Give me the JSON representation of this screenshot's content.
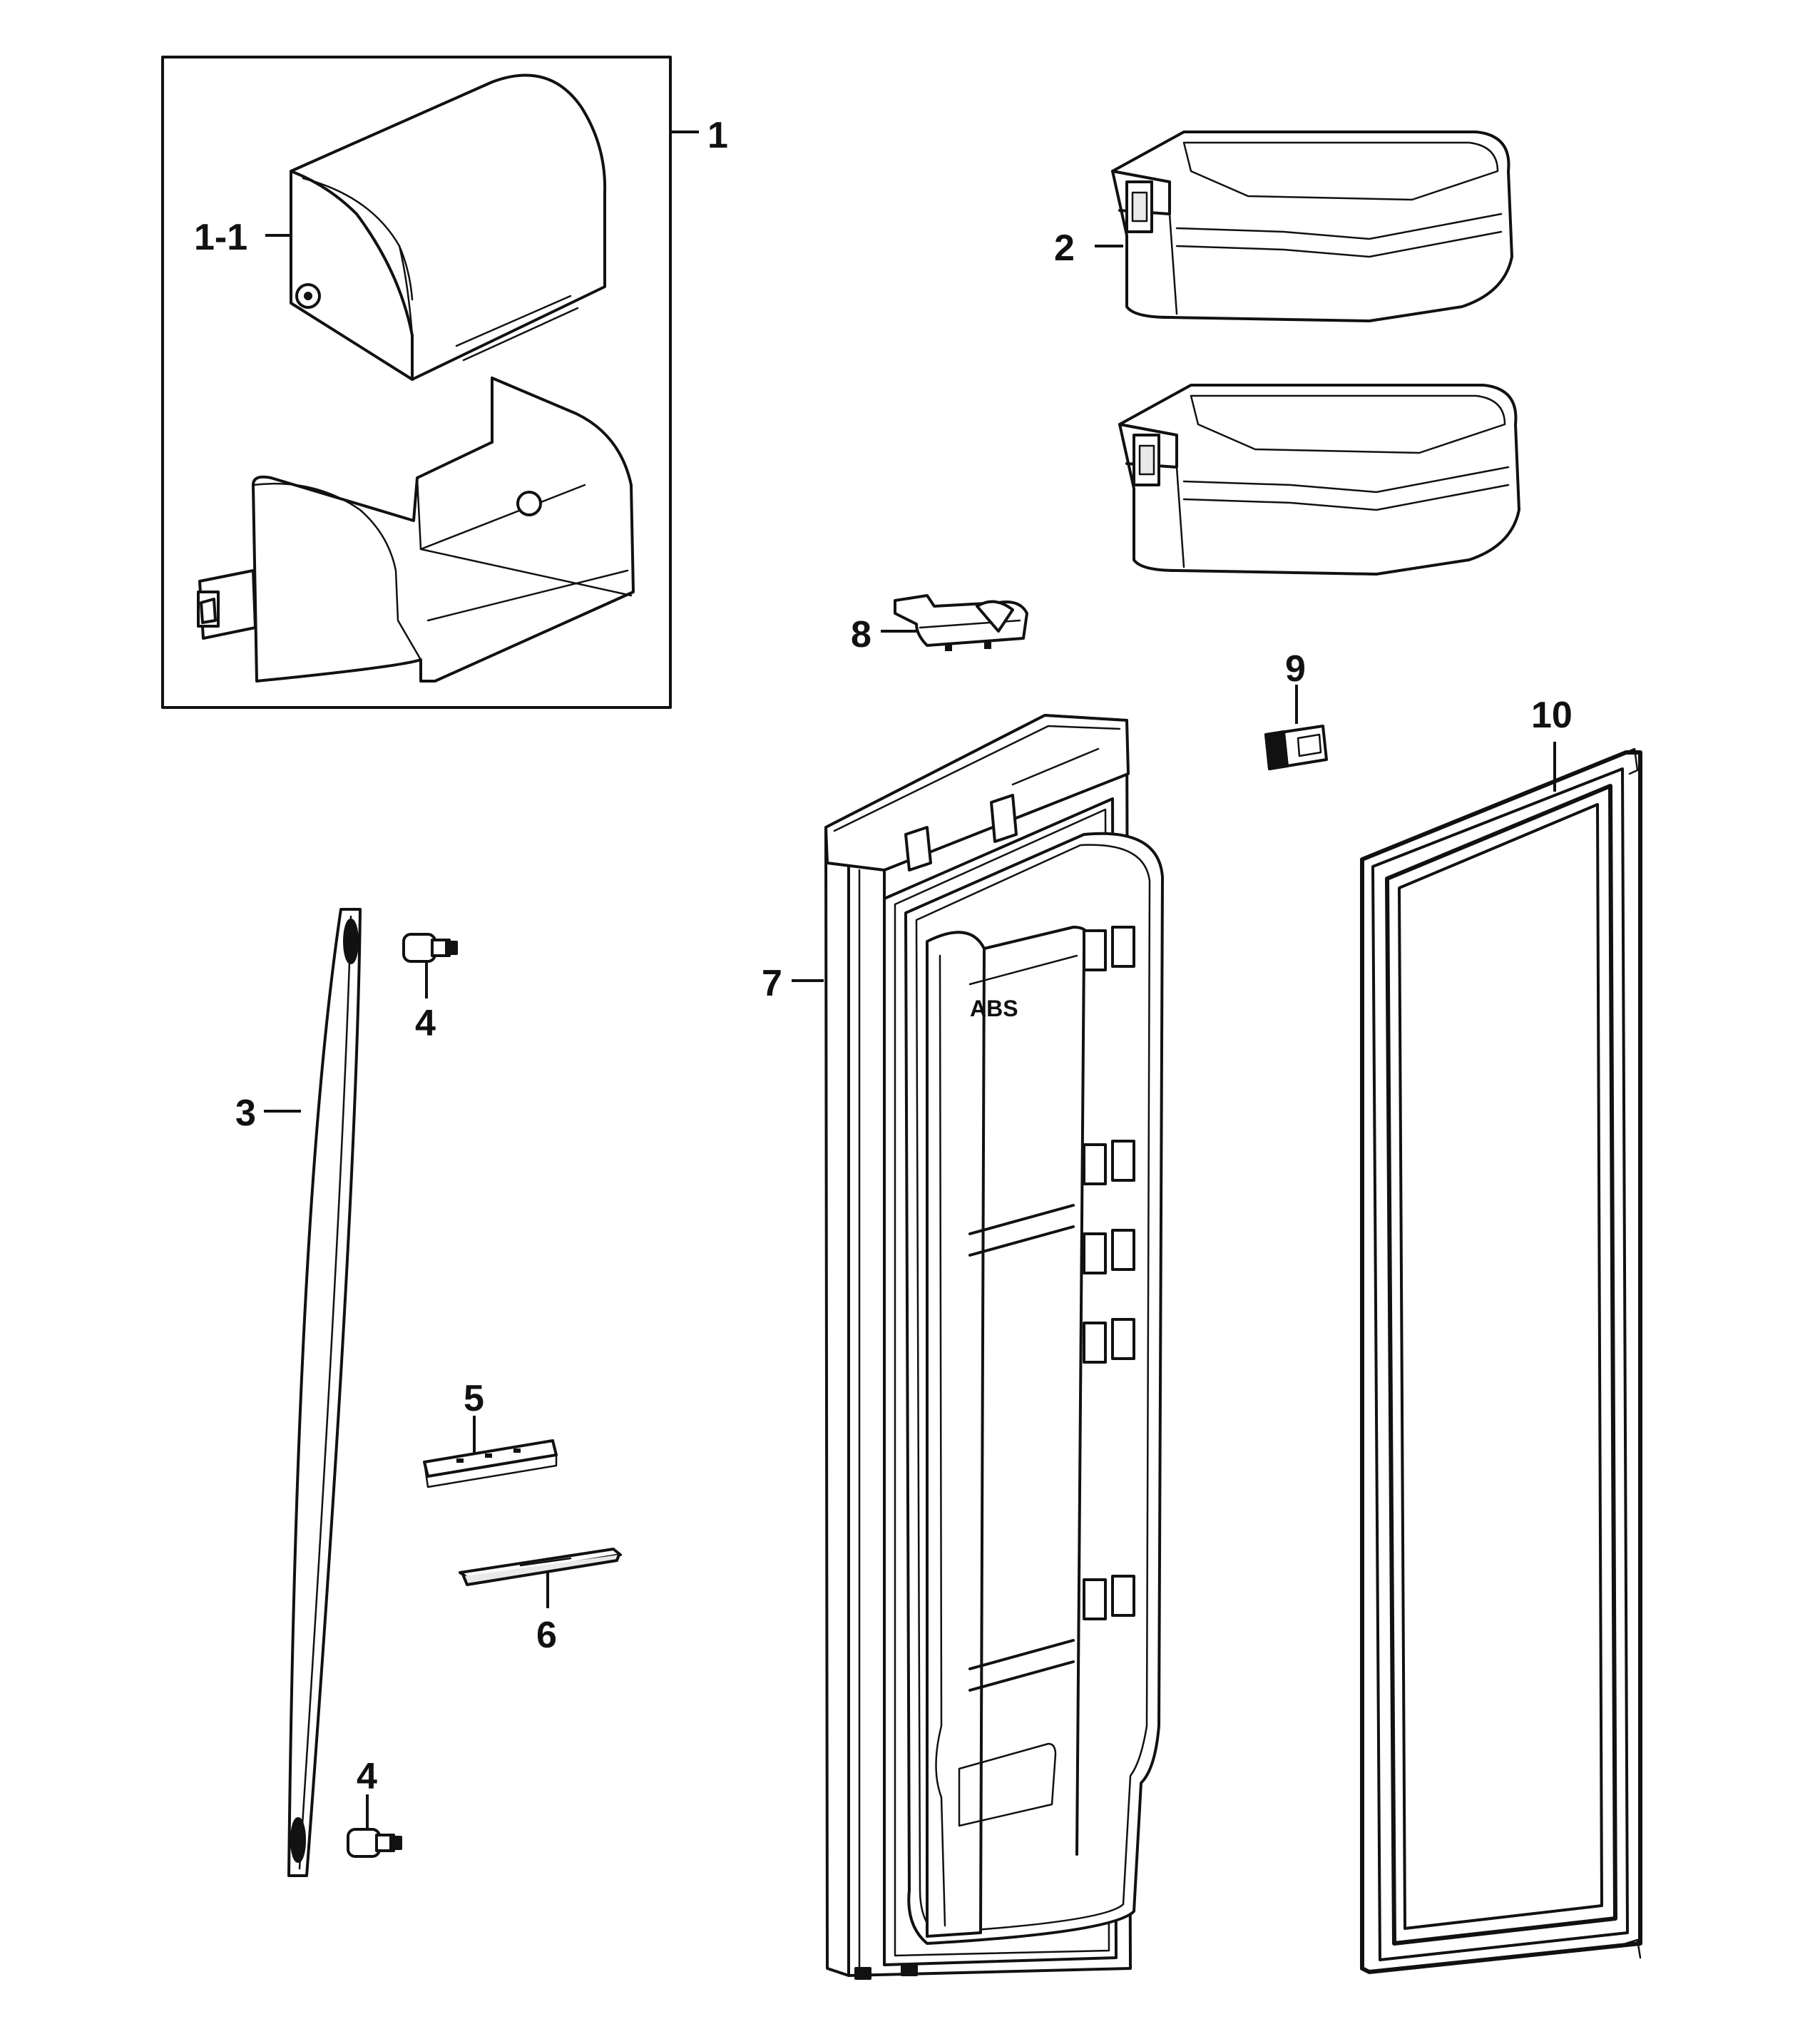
{
  "diagram": {
    "type": "exploded-parts-diagram",
    "callouts": [
      {
        "id": "c1",
        "text": "1"
      },
      {
        "id": "c1-1",
        "text": "1-1"
      },
      {
        "id": "c2",
        "text": "2"
      },
      {
        "id": "c3",
        "text": "3"
      },
      {
        "id": "c4a",
        "text": "4"
      },
      {
        "id": "c4b",
        "text": "4"
      },
      {
        "id": "c5",
        "text": "5"
      },
      {
        "id": "c6",
        "text": "6"
      },
      {
        "id": "c7",
        "text": "7"
      },
      {
        "id": "c8",
        "text": "8"
      },
      {
        "id": "c9",
        "text": "9"
      },
      {
        "id": "c10",
        "text": "10"
      }
    ],
    "door_stamp": "ABS"
  }
}
